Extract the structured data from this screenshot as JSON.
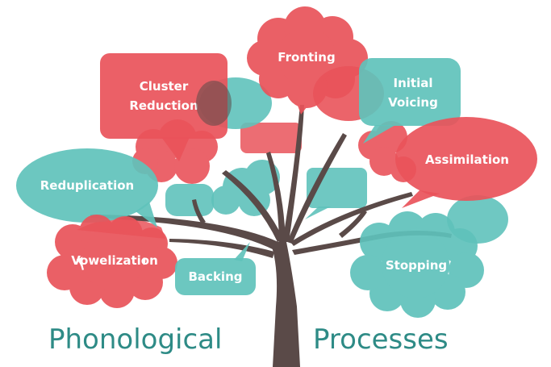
{
  "colors": {
    "teal": "#5fc2bb",
    "red": "#e9535a",
    "trunk": "#5a4a48",
    "title": "#2e8b86",
    "label": "#ffffff"
  },
  "bubbles": {
    "fronting": "Fronting",
    "cluster_reduction_line1": "Cluster",
    "cluster_reduction_line2": "Reduction",
    "initial_voicing_line1": "Initial",
    "initial_voicing_line2": "Voicing",
    "assimilation": "Assimilation",
    "reduplication": "Reduplication",
    "vowelization": "Vowelization",
    "backing": "Backing",
    "stopping": "Stopping"
  },
  "title": {
    "word1": "Phonological",
    "word2": "Processes"
  }
}
